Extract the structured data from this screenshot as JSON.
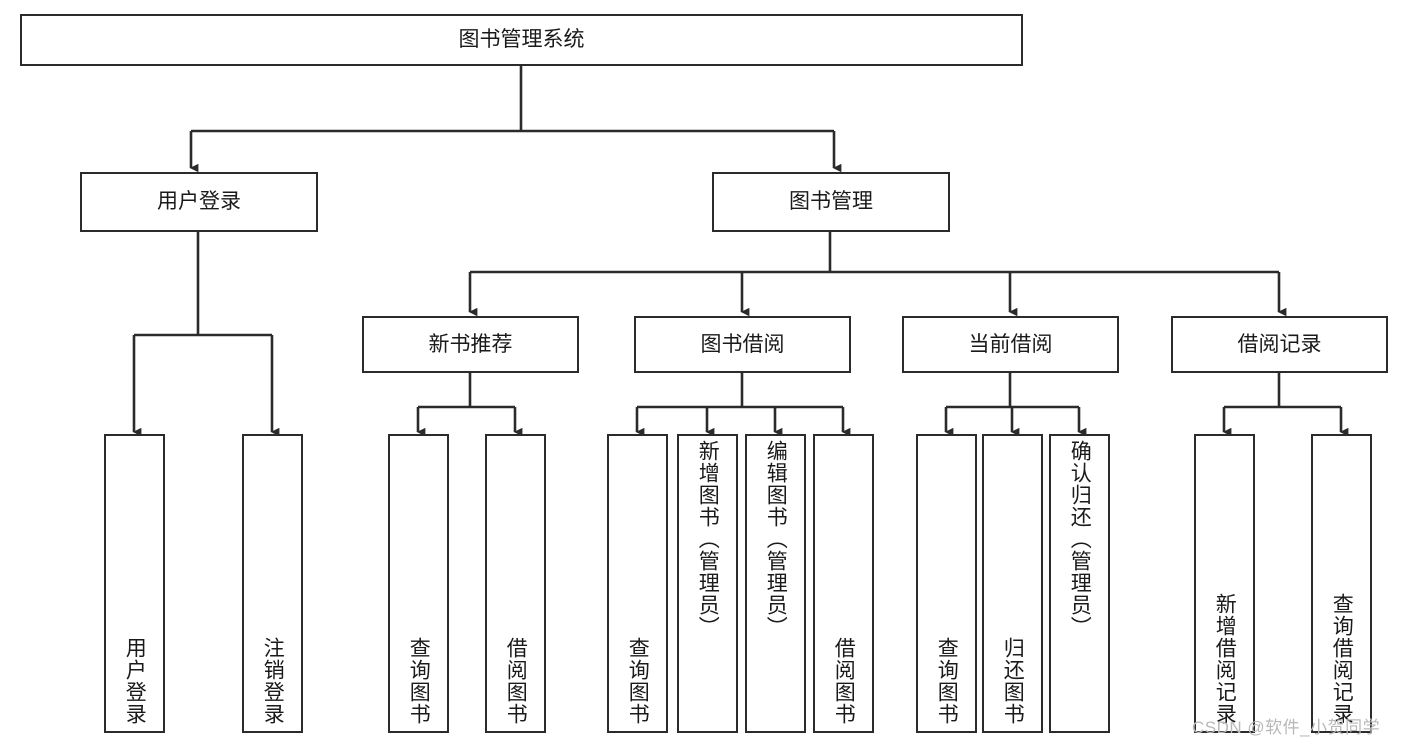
{
  "diagram": {
    "type": "tree-hierarchy",
    "title": "图书管理系统",
    "root": {
      "id": "root",
      "label": "图书管理系统",
      "orientation": "horizontal"
    },
    "level2": [
      {
        "id": "user-login",
        "label": "用户登录",
        "orientation": "horizontal"
      },
      {
        "id": "book-management",
        "label": "图书管理",
        "orientation": "horizontal"
      }
    ],
    "level3": [
      {
        "id": "new-book-recommend",
        "label": "新书推荐",
        "orientation": "horizontal"
      },
      {
        "id": "book-borrow",
        "label": "图书借阅",
        "orientation": "horizontal"
      },
      {
        "id": "current-borrow",
        "label": "当前借阅",
        "orientation": "horizontal"
      },
      {
        "id": "borrow-record",
        "label": "借阅记录",
        "orientation": "horizontal"
      }
    ],
    "leaves": [
      {
        "id": "leaf-user-login",
        "label": "用户登录",
        "parent": "user-login",
        "orientation": "vertical",
        "align": "bottom"
      },
      {
        "id": "leaf-user-logout",
        "label": "注销登录",
        "parent": "user-login",
        "orientation": "vertical",
        "align": "bottom"
      },
      {
        "id": "leaf-query-book-1",
        "label": "查询图书",
        "parent": "new-book-recommend",
        "orientation": "vertical",
        "align": "bottom"
      },
      {
        "id": "leaf-borrow-book-1",
        "label": "借阅图书",
        "parent": "new-book-recommend",
        "orientation": "vertical",
        "align": "bottom"
      },
      {
        "id": "leaf-query-book-2",
        "label": "查询图书",
        "parent": "book-borrow",
        "orientation": "vertical",
        "align": "bottom"
      },
      {
        "id": "leaf-add-book",
        "label": "新增图书（管理员）",
        "parent": "book-borrow",
        "orientation": "vertical",
        "align": "top"
      },
      {
        "id": "leaf-edit-book",
        "label": "编辑图书（管理员）",
        "parent": "book-borrow",
        "orientation": "vertical",
        "align": "top"
      },
      {
        "id": "leaf-borrow-book-2",
        "label": "借阅图书",
        "parent": "book-borrow",
        "orientation": "vertical",
        "align": "bottom"
      },
      {
        "id": "leaf-query-book-3",
        "label": "查询图书",
        "parent": "current-borrow",
        "orientation": "vertical",
        "align": "bottom"
      },
      {
        "id": "leaf-return-book",
        "label": "归还图书",
        "parent": "current-borrow",
        "orientation": "vertical",
        "align": "bottom"
      },
      {
        "id": "leaf-confirm-return",
        "label": "确认归还（管理员）",
        "parent": "current-borrow",
        "orientation": "vertical",
        "align": "top"
      },
      {
        "id": "leaf-add-record",
        "label": "新增借阅记录",
        "parent": "borrow-record",
        "orientation": "vertical",
        "align": "bottom"
      },
      {
        "id": "leaf-query-record",
        "label": "查询借阅记录",
        "parent": "borrow-record",
        "orientation": "vertical",
        "align": "bottom"
      }
    ],
    "colors": {
      "stroke": "#2b2b2b",
      "fill": "#ffffff",
      "text": "#1a1a1a",
      "watermark": "#b9b9b9"
    }
  },
  "watermark": {
    "text": "CSDN @软件_小贺同学"
  }
}
